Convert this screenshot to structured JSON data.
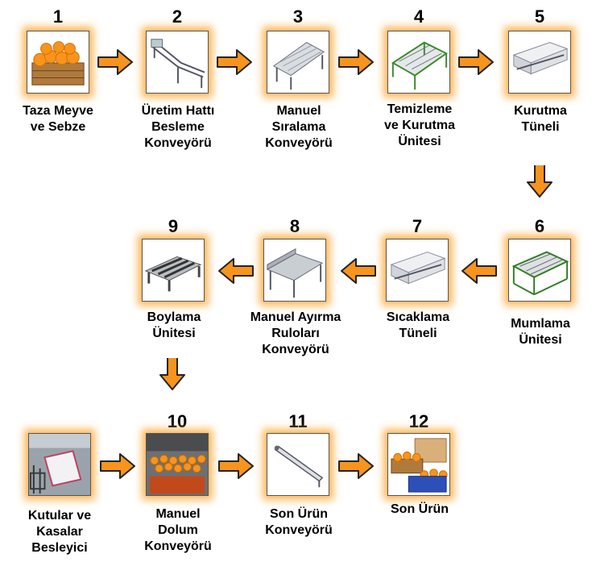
{
  "steps": [
    {
      "number": "1",
      "lines": [
        "Taza Meyve",
        "ve Sebze"
      ],
      "image": "fresh-produce-crate"
    },
    {
      "number": "2",
      "lines": [
        "Üretim Hattı",
        "Besleme",
        "Konveyörü"
      ],
      "image": "feeding-conveyor"
    },
    {
      "number": "3",
      "lines": [
        "Manuel",
        "Sıralama",
        "Konveyörü"
      ],
      "image": "sorting-conveyor"
    },
    {
      "number": "4",
      "lines": [
        "Temizleme",
        "ve Kurutma",
        "Ünitesi"
      ],
      "image": "washing-drying-unit"
    },
    {
      "number": "5",
      "lines": [
        "Kurutma",
        "Tüneli"
      ],
      "image": "drying-tunnel"
    },
    {
      "number": "6",
      "lines": [
        "Mumlama",
        "Ünitesi"
      ],
      "image": "waxing-unit"
    },
    {
      "number": "7",
      "lines": [
        "Sıcaklama",
        "Tüneli"
      ],
      "image": "heating-tunnel"
    },
    {
      "number": "8",
      "lines": [
        "Manuel Ayırma",
        "Ruloları",
        "Konveyörü"
      ],
      "image": "separation-roller-conveyor"
    },
    {
      "number": "9",
      "lines": [
        "Boylama",
        "Ünitesi"
      ],
      "image": "sizing-unit"
    },
    {
      "number": "10",
      "lines": [
        "Manuel",
        "Dolum",
        "Konveyörü"
      ],
      "image": "filling-conveyor"
    },
    {
      "number": "11",
      "lines": [
        "Son Ürün",
        "Konveyörü"
      ],
      "image": "final-product-conveyor"
    },
    {
      "number": "12",
      "lines": [
        "Son Ürün"
      ],
      "image": "final-product-boxes"
    },
    {
      "number": "",
      "lines": [
        "Kutular ve",
        "Kasalar",
        "Besleyici"
      ],
      "image": "box-crate-feeder"
    }
  ],
  "colors": {
    "arrow_fill": "#f7941d",
    "arrow_stroke": "#222222",
    "glow": "#ffaa3c"
  }
}
